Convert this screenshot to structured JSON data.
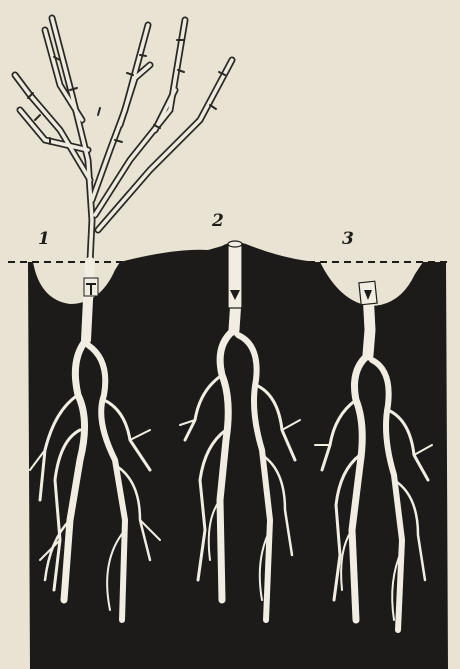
{
  "figure": {
    "labels": [
      "1",
      "2",
      "3"
    ],
    "colors": {
      "paper": "#e9e3d3",
      "soil": "#1c1b19",
      "root": "#f1ede2",
      "ink": "#1e1c19"
    },
    "icons": [
      "rose-bush-icon",
      "root-system-icon",
      "graft-union-icon",
      "soil-line"
    ]
  }
}
